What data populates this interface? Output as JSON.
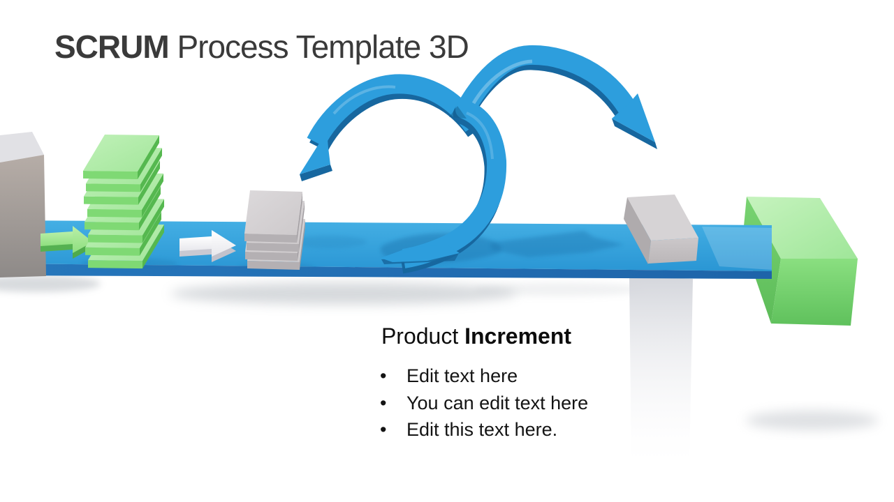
{
  "slide": {
    "title": {
      "emphasis": "SCRUM",
      "rest": " Process Template 3D"
    },
    "caption": {
      "lead": "Product ",
      "emphasis": "Increment"
    },
    "bullet_char": "•",
    "bullets": [
      "Edit text here",
      "You can edit text here",
      "Edit this text here."
    ]
  },
  "colors": {
    "title_text": "#3A3A3A",
    "body_text": "#141414",
    "ribbon_main": "#2D9EDD",
    "ribbon_dark": "#17679F",
    "ramp_top": "#35A0D9",
    "ramp_front": "#2374B8",
    "green_light": "#B5EEAD",
    "green_mid": "#7FD974",
    "green_dark": "#55B84F",
    "gray_light": "#D7D4D6",
    "gray_mid": "#B4B0B3"
  }
}
